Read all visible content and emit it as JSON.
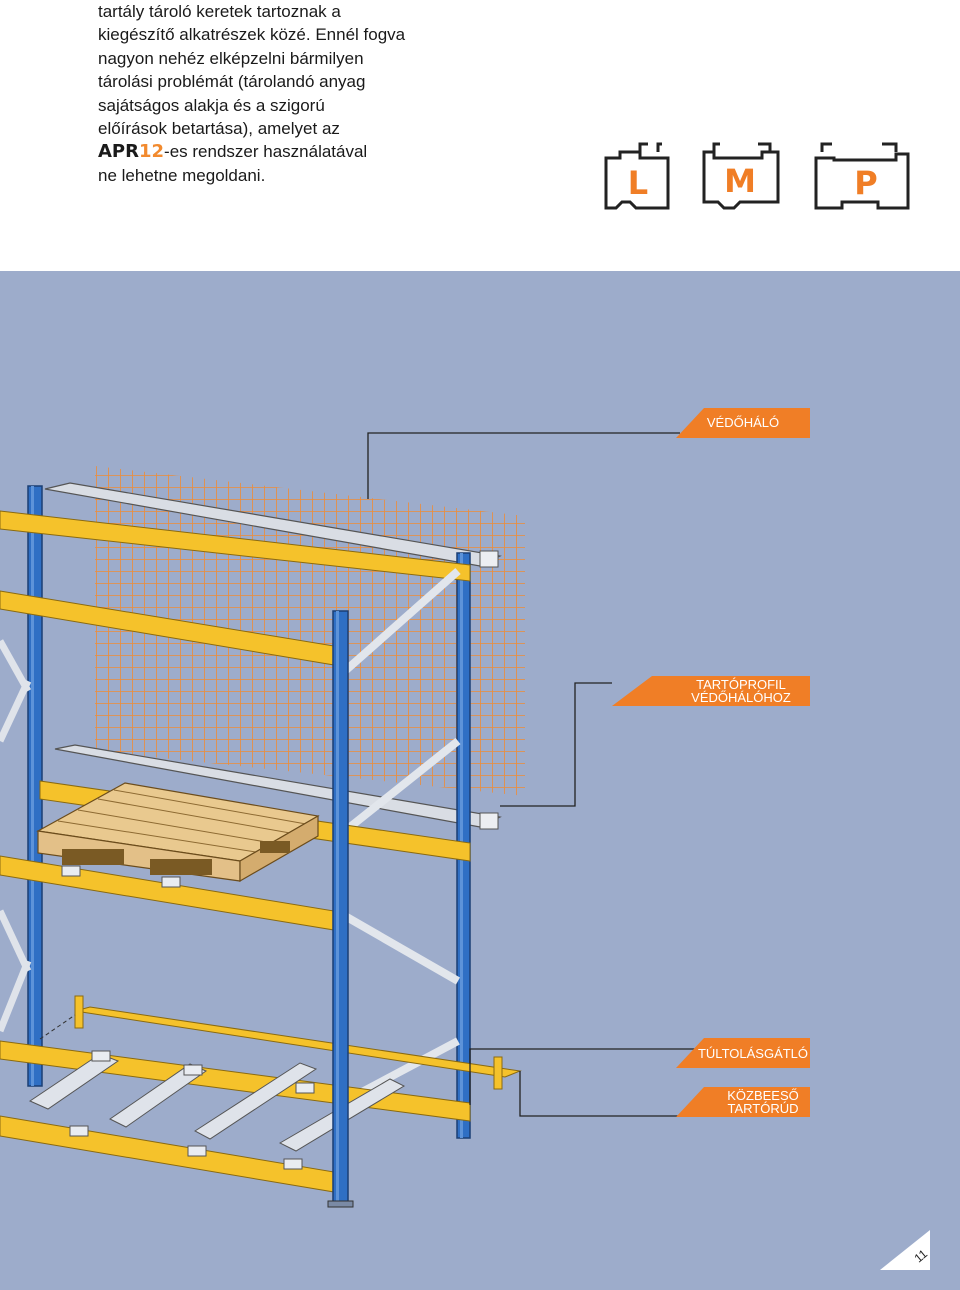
{
  "intro": {
    "line1": "tartály tároló keretek tartoznak a",
    "line2": "kiegészítő alkatrészek közé. Ennél fogva",
    "line3": "nagyon nehéz elképzelni bármilyen",
    "line4": "tárolási problémát (tárolandó anyag",
    "line5": "sajátságos alakja és a szigorú",
    "line6": "előírások betartása), amelyet az",
    "brand_apr": "APR",
    "brand_12": "12",
    "line7_rest": "-es rendszer használatával",
    "line8": "ne lehetne megoldani."
  },
  "profiles": [
    {
      "letter": "L"
    },
    {
      "letter": "M"
    },
    {
      "letter": "P"
    }
  ],
  "labels": {
    "vedohalo": "VÉDŐHÁLÓ",
    "tartoprofil_1": "TARTÓPROFIL",
    "tartoprofil_2": "VÉDŐHÁLÓHOZ",
    "tultolasgatlo": "TÚLTOLÁSGÁTLÓ",
    "kozbeeso_1": "KÖZBEESŐ",
    "kozbeeso_2": "TARTÓRÚD"
  },
  "page_number": "11",
  "colors": {
    "panel": "#9daccb",
    "orange": "#f07e26",
    "upright_blue": "#2f6fc4",
    "beam_yellow": "#f5c22b",
    "net_orange": "#f28a2e",
    "pallet_wood": "#e3c088"
  }
}
